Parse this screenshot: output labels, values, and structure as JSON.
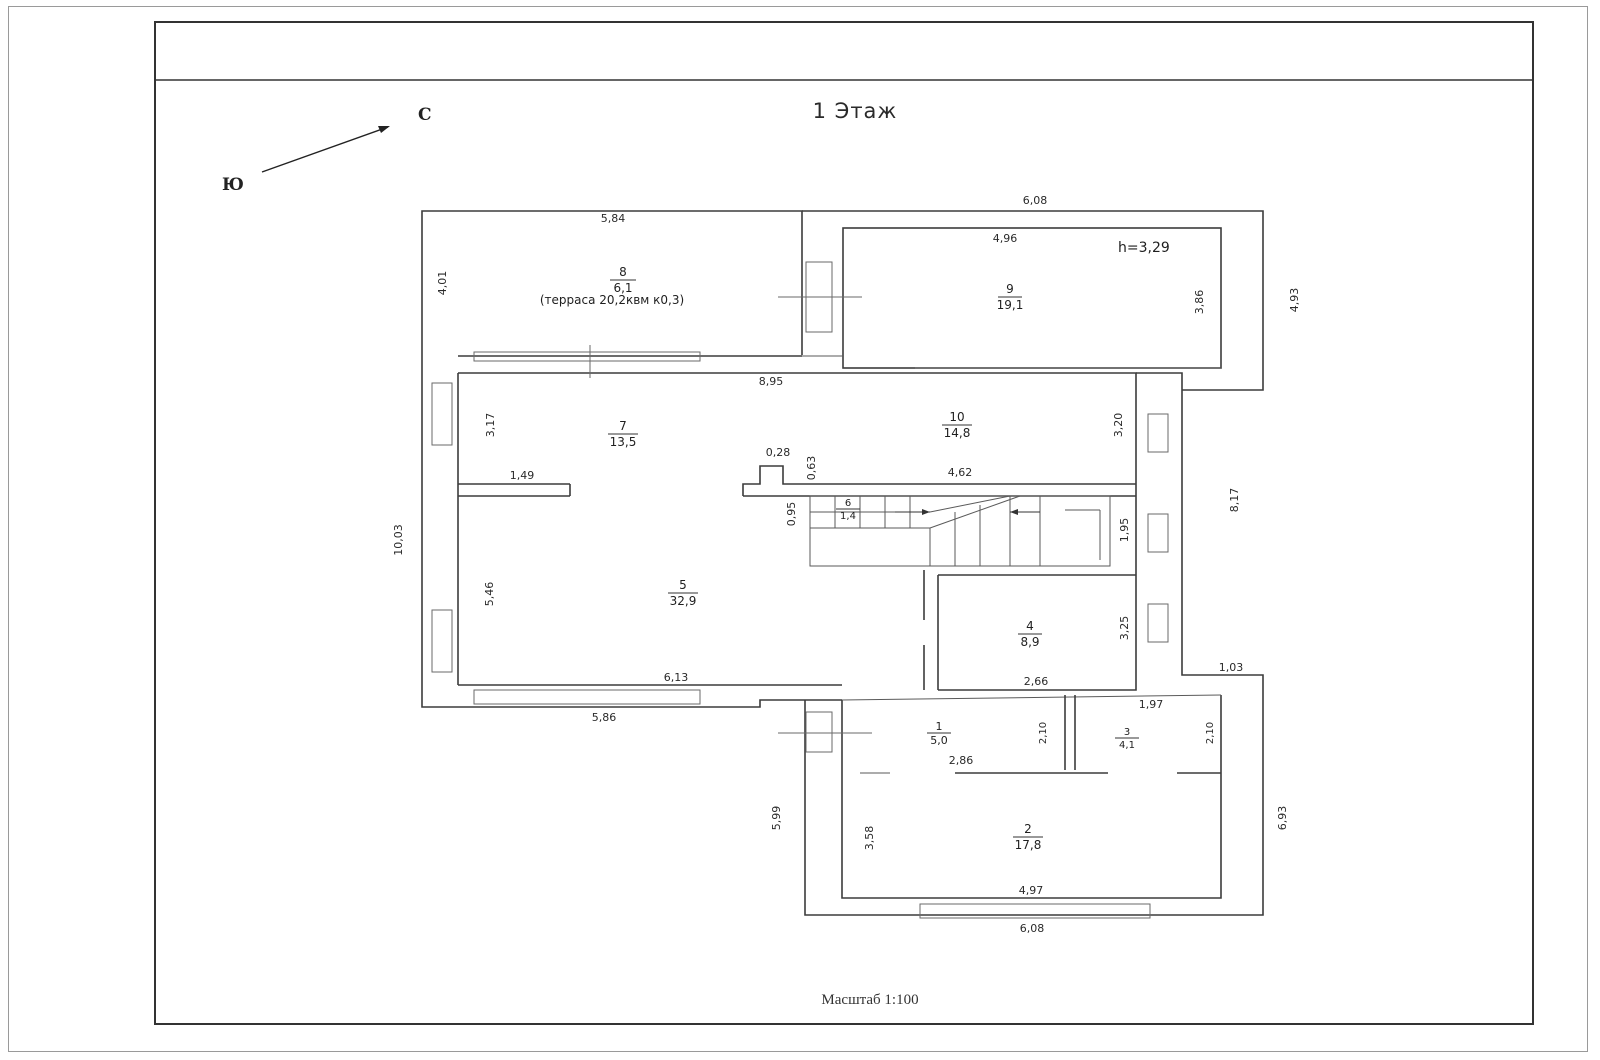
{
  "plan": {
    "title": "1 Этаж",
    "scale": "Масштаб 1:100",
    "height_note": "h=3,29",
    "compass": {
      "north": "С",
      "south": "Ю",
      "icon": "north-arrow-icon"
    }
  },
  "rooms": {
    "r1": {
      "number": "1",
      "area": "5,0"
    },
    "r2": {
      "number": "2",
      "area": "17,8"
    },
    "r3": {
      "number": "3",
      "area": "4,1"
    },
    "r4": {
      "number": "4",
      "area": "8,9"
    },
    "r5": {
      "number": "5",
      "area": "32,9"
    },
    "r6": {
      "number": "6",
      "area": "1,4"
    },
    "r7": {
      "number": "7",
      "area": "13,5"
    },
    "r8": {
      "number": "8",
      "area": "6,1",
      "note": "(терраса 20,2квм к0,3)"
    },
    "r9": {
      "number": "9",
      "area": "19,1"
    },
    "r10": {
      "number": "10",
      "area": "14,8"
    }
  },
  "dims": {
    "top_608": "6,08",
    "terrace_width": "5,84",
    "terrace_depth": "4,01",
    "r9_width": "4,96",
    "r9_depth": "3,86",
    "right_493": "4,93",
    "mid_895": "8,95",
    "r7_depth": "3,17",
    "r10_depth": "3,20",
    "step_028": "0,28",
    "step_063": "0,63",
    "wall_149": "1,49",
    "wall_462": "4,62",
    "stair_095": "0,95",
    "stair_195": "1,95",
    "right_817": "8,17",
    "left_1003": "10,03",
    "r5_depth": "5,46",
    "r4_depth": "3,25",
    "right_103": "1,03",
    "r5_width": "6,13",
    "r4_width": "2,66",
    "bottom_left_586": "5,86",
    "r3_width": "1,97",
    "r1_depth": "2,10",
    "r3_depth": "2,10",
    "r1_width": "2,86",
    "left_599": "5,99",
    "r2_depth": "3,58",
    "right_693": "6,93",
    "r2_width": "4,97",
    "bottom_608": "6,08"
  }
}
